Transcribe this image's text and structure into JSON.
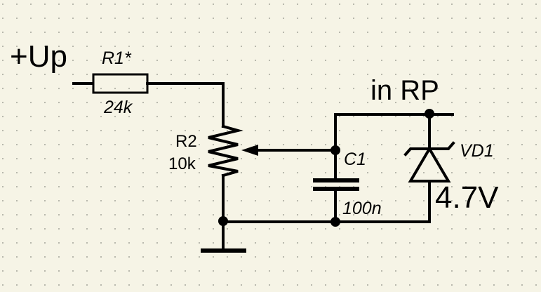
{
  "labels": {
    "supply": "+Up",
    "r1_name": "R1*",
    "r1_value": "24k",
    "r2_name": "R2",
    "r2_value": "10k",
    "output": "in RP",
    "c1_name": "C1",
    "c1_value": "100n",
    "vd1_name": "VD1",
    "vd1_value": "4.7V"
  },
  "colors": {
    "background": "#f6f4e6",
    "grid_dot": "#b3b3a8",
    "ink": "#000000"
  }
}
